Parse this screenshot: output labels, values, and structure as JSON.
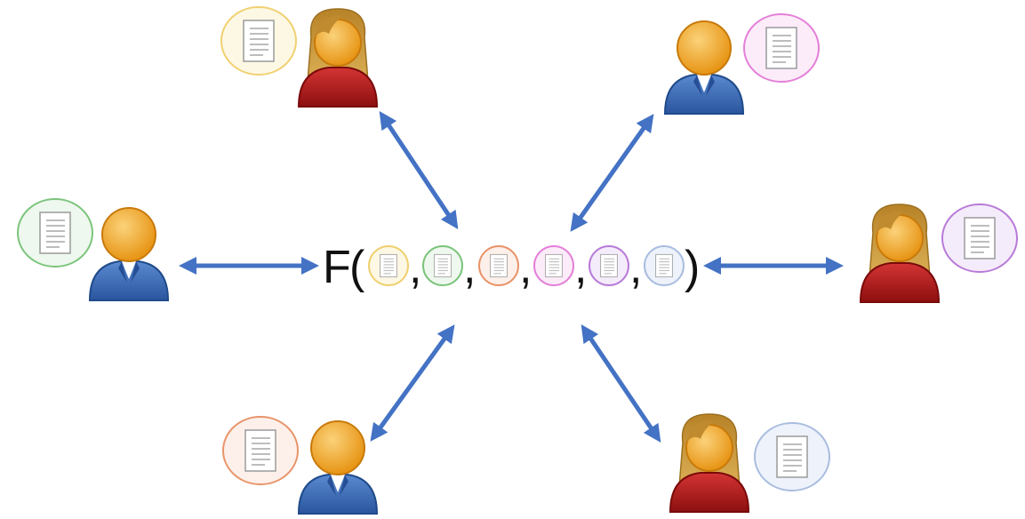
{
  "formula": {
    "function_name": "F",
    "open_paren": "(",
    "close_paren": ")",
    "separator": ",",
    "inputs": [
      {
        "name": "doc-yellow",
        "color": "#f0d070",
        "fill": "#fdf8e4"
      },
      {
        "name": "doc-green",
        "color": "#7cc47c",
        "fill": "#eef8ee"
      },
      {
        "name": "doc-orange",
        "color": "#e8946a",
        "fill": "#fdf0ea"
      },
      {
        "name": "doc-pink",
        "color": "#e47fd8",
        "fill": "#fcecf9"
      },
      {
        "name": "doc-purple",
        "color": "#b87ad8",
        "fill": "#f5ecfb"
      },
      {
        "name": "doc-blue",
        "color": "#a9bde0",
        "fill": "#eef2fa"
      }
    ]
  },
  "parties": [
    {
      "name": "party-top-left",
      "gender": "female",
      "doc_color": "yellow"
    },
    {
      "name": "party-top-right",
      "gender": "male",
      "doc_color": "pink"
    },
    {
      "name": "party-left",
      "gender": "male",
      "doc_color": "green"
    },
    {
      "name": "party-right",
      "gender": "female",
      "doc_color": "purple"
    },
    {
      "name": "party-bottom-left",
      "gender": "male",
      "doc_color": "orange"
    },
    {
      "name": "party-bottom-right",
      "gender": "female",
      "doc_color": "blue"
    }
  ],
  "colors": {
    "arrow": "#4472c4",
    "male_shirt": "#3a68b0",
    "female_shirt": "#b01818",
    "skin": "#f2a830",
    "hair": "#c99a3c"
  },
  "icons": [
    "person-icon",
    "document-icon",
    "double-arrow-icon"
  ]
}
